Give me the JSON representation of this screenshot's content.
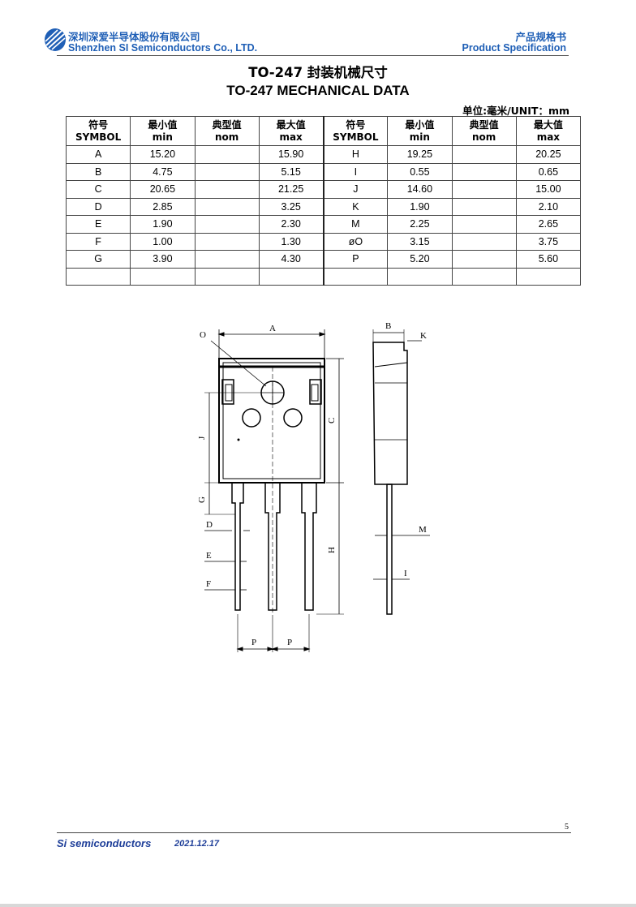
{
  "header": {
    "company_cn": "深圳深爱半导体股份有限公司",
    "company_en": "Shenzhen SI Semiconductors Co., LTD.",
    "doc_type_cn": "产品规格书",
    "doc_type_en": "Product Specification",
    "brand_color": "#1f5fb6"
  },
  "title": {
    "cn": "TO-247 封装机械尺寸",
    "en": "TO-247 MECHANICAL DATA"
  },
  "unit_label": "单位:毫米/UNIT：mm",
  "table": {
    "headers": [
      {
        "cn": "符号",
        "en": "SYMBOL"
      },
      {
        "cn": "最小值",
        "en": "min"
      },
      {
        "cn": "典型值",
        "en": "nom"
      },
      {
        "cn": "最大值",
        "en": "max"
      },
      {
        "cn": "符号",
        "en": "SYMBOL"
      },
      {
        "cn": "最小值",
        "en": "min"
      },
      {
        "cn": "典型值",
        "en": "nom"
      },
      {
        "cn": "最大值",
        "en": "max"
      }
    ],
    "rows": [
      [
        "A",
        "15.20",
        "",
        "15.90",
        "H",
        "19.25",
        "",
        "20.25"
      ],
      [
        "B",
        "4.75",
        "",
        "5.15",
        "I",
        "0.55",
        "",
        "0.65"
      ],
      [
        "C",
        "20.65",
        "",
        "21.25",
        "J",
        "14.60",
        "",
        "15.00"
      ],
      [
        "D",
        "2.85",
        "",
        "3.25",
        "K",
        "1.90",
        "",
        "2.10"
      ],
      [
        "E",
        "1.90",
        "",
        "2.30",
        "M",
        "2.25",
        "",
        "2.65"
      ],
      [
        "F",
        "1.00",
        "",
        "1.30",
        "øO",
        "3.15",
        "",
        "3.75"
      ],
      [
        "G",
        "3.90",
        "",
        "4.30",
        "P",
        "5.20",
        "",
        "5.60"
      ],
      [
        "",
        "",
        "",
        "",
        "",
        "",
        "",
        ""
      ]
    ]
  },
  "drawing_labels": {
    "O": "O",
    "A": "A",
    "B": "B",
    "K": "K",
    "C": "C",
    "J": "J",
    "G": "G",
    "D": "D",
    "E": "E",
    "F": "F",
    "H": "H",
    "M": "M",
    "I": "I",
    "P1": "P",
    "P2": "P"
  },
  "footer": {
    "page_number": "5",
    "company": "Si semiconductors",
    "date": "2021.12.17"
  }
}
